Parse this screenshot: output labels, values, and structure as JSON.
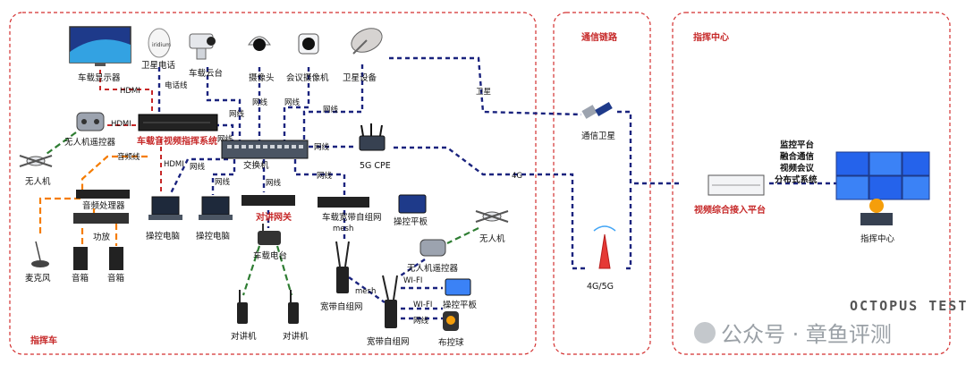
{
  "zones": {
    "vehicle": "指挥车",
    "link": "通信链路",
    "center": "指挥中心"
  },
  "devices": {
    "display": "车载显示器",
    "sat_phone": "卫星电话",
    "ptz": "车载云台",
    "camera": "摄像头",
    "conf_camera": "会议摄像机",
    "sat_equipment": "卫星设备",
    "drone_remote": "无人机遥控器",
    "av_system": "车载音视频指挥系统",
    "switch": "交换机",
    "cpe": "5G CPE",
    "drone": "无人机",
    "audio_processor": "音频处理器",
    "amp": "功放",
    "mic": "麦克风",
    "speaker_l": "音箱",
    "speaker_r": "音箱",
    "pc1": "操控电脑",
    "pc2": "操控电脑",
    "intercom_gw": "对讲网关",
    "broadband_mesh": "车载宽带自组网",
    "tablet": "操控平板",
    "radio": "车载电台",
    "drone2": "无人机",
    "drone_remote2": "无人机遥控器",
    "tablet2": "操控平板",
    "walkie1": "对讲机",
    "walkie2": "对讲机",
    "mesh1": "宽带自组网",
    "mesh2": "宽带自组网",
    "dome": "布控球",
    "comm_sat": "通信卫星",
    "base_station": "4G/5G",
    "platform": "视频综合接入平台",
    "center_label": "指挥中心"
  },
  "links": {
    "hdmi1": "HDMI",
    "phone_line": "电话线",
    "hdmi2": "HDMI",
    "hdmi3": "HDMI",
    "audio_line": "音频线",
    "net1": "网线",
    "net2": "网线",
    "net3": "网线",
    "net4": "网线",
    "net5": "网线",
    "net6": "网线",
    "net7": "网线",
    "net8": "网线",
    "net9": "网线",
    "net10": "网线",
    "satellite": "卫星",
    "g4": "4G",
    "mesh_a": "mesh",
    "mesh_b": "mesh",
    "wifi1": "WI-FI",
    "wifi2": "WI-FI"
  },
  "platform_features": [
    "监控平台",
    "融合通信",
    "视频会议",
    "分布式系统"
  ],
  "watermark": {
    "brand": "OCTOPUS TEST",
    "account": "公众号 · 章鱼评测"
  },
  "colors": {
    "zone_border": "#d32f2f",
    "network": "#1a237e",
    "audio": "#f57c00",
    "wireless": "#2e7d32",
    "video": "#c62828"
  }
}
